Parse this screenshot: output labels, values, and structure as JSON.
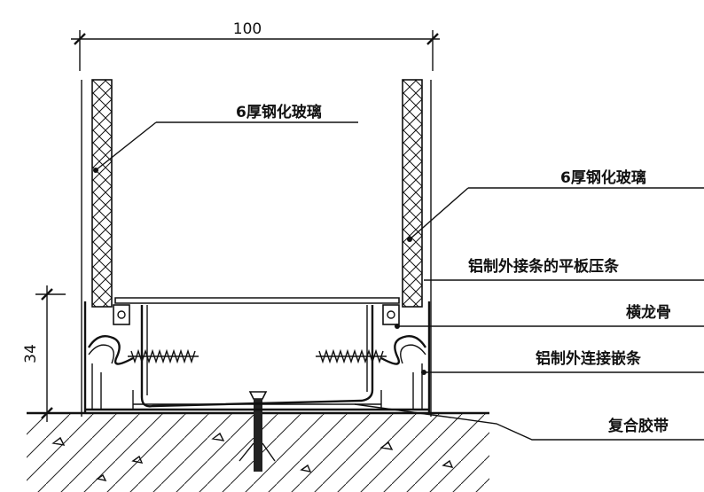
{
  "dimensions": {
    "width_label": "100",
    "height_label": "34"
  },
  "labels": {
    "glass_left": "6厚钢化玻璃",
    "glass_right": "6厚钢化玻璃",
    "flat_strip": "铝制外接条的平板压条",
    "crossbar": "横龙骨",
    "inlay_strip": "铝制外连接嵌条",
    "tape": "复合胶带"
  }
}
